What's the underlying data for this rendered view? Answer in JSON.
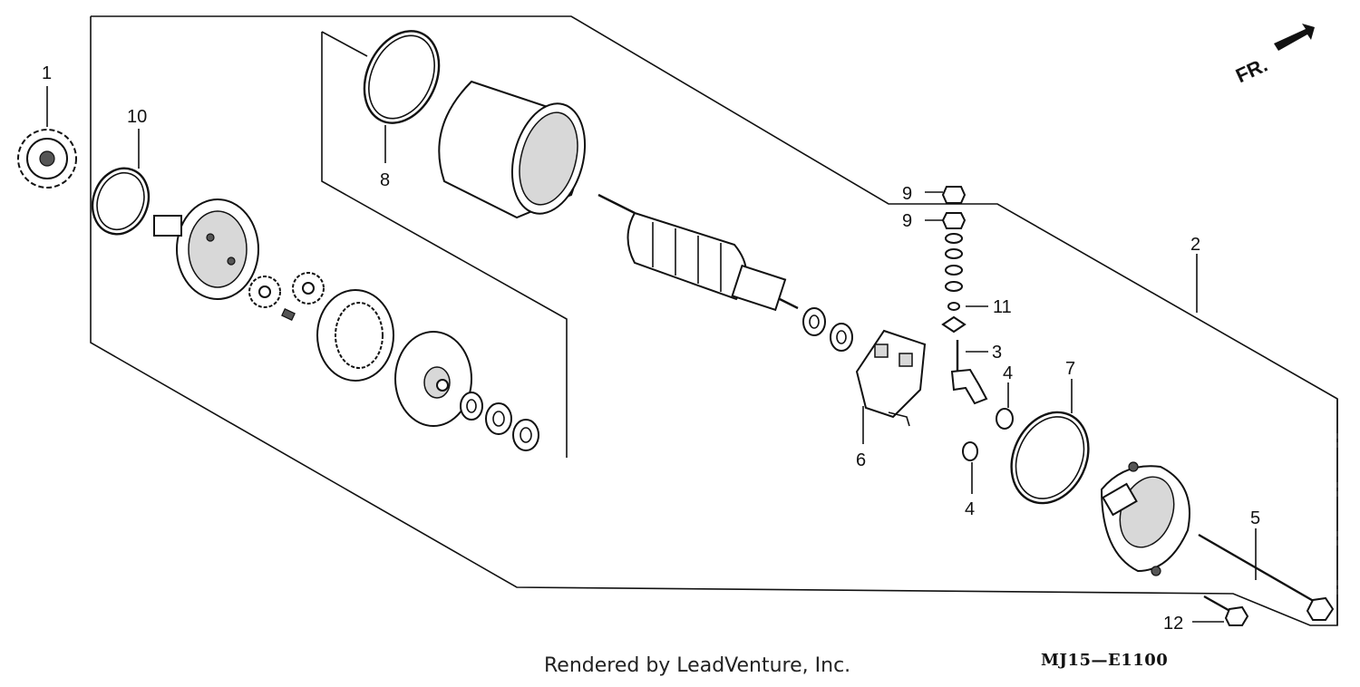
{
  "callouts": {
    "p1": "1",
    "p2": "2",
    "p3": "3",
    "p4a": "4",
    "p4b": "4",
    "p5": "5",
    "p6": "6",
    "p7": "7",
    "p8": "8",
    "p9a": "9",
    "p9b": "9",
    "p10": "10",
    "p11": "11",
    "p12": "12"
  },
  "fr_label": "FR.",
  "footer": {
    "credit": "Rendered by LeadVenture, Inc.",
    "diagram_code": "MJ15—E1100"
  }
}
